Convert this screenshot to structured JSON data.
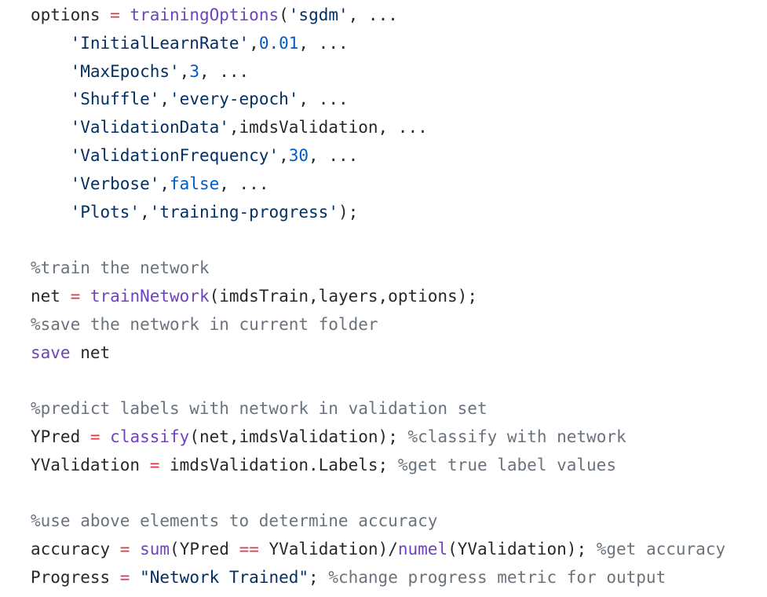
{
  "code": {
    "language": "matlab",
    "colors": {
      "plain": "#24292e",
      "keyword": "#6f42c1",
      "function": "#6f42c1",
      "operator": "#d73a49",
      "string": "#032f62",
      "number": "#005cc5",
      "literal": "#005cc5",
      "comment": "#6a737d",
      "background": "#ffffff"
    },
    "lines": [
      [
        [
          "plain",
          "options "
        ],
        [
          "op",
          "="
        ],
        [
          "plain",
          " "
        ],
        [
          "func",
          "trainingOptions"
        ],
        [
          "plain",
          "("
        ],
        [
          "string",
          "'sgdm'"
        ],
        [
          "plain",
          ", ..."
        ]
      ],
      [
        [
          "plain",
          "    "
        ],
        [
          "string",
          "'InitialLearnRate'"
        ],
        [
          "plain",
          ","
        ],
        [
          "number",
          "0.01"
        ],
        [
          "plain",
          ", ..."
        ]
      ],
      [
        [
          "plain",
          "    "
        ],
        [
          "string",
          "'MaxEpochs'"
        ],
        [
          "plain",
          ","
        ],
        [
          "number",
          "3"
        ],
        [
          "plain",
          ", ..."
        ]
      ],
      [
        [
          "plain",
          "    "
        ],
        [
          "string",
          "'Shuffle'"
        ],
        [
          "plain",
          ","
        ],
        [
          "string",
          "'every-epoch'"
        ],
        [
          "plain",
          ", ..."
        ]
      ],
      [
        [
          "plain",
          "    "
        ],
        [
          "string",
          "'ValidationData'"
        ],
        [
          "plain",
          ",imdsValidation, ..."
        ]
      ],
      [
        [
          "plain",
          "    "
        ],
        [
          "string",
          "'ValidationFrequency'"
        ],
        [
          "plain",
          ","
        ],
        [
          "number",
          "30"
        ],
        [
          "plain",
          ", ..."
        ]
      ],
      [
        [
          "plain",
          "    "
        ],
        [
          "string",
          "'Verbose'"
        ],
        [
          "plain",
          ","
        ],
        [
          "literal",
          "false"
        ],
        [
          "plain",
          ", ..."
        ]
      ],
      [
        [
          "plain",
          "    "
        ],
        [
          "string",
          "'Plots'"
        ],
        [
          "plain",
          ","
        ],
        [
          "string",
          "'training-progress'"
        ],
        [
          "plain",
          ");"
        ]
      ],
      [],
      [
        [
          "comment",
          "%train the network"
        ]
      ],
      [
        [
          "plain",
          "net "
        ],
        [
          "op",
          "="
        ],
        [
          "plain",
          " "
        ],
        [
          "func",
          "trainNetwork"
        ],
        [
          "plain",
          "(imdsTrain,layers,options);"
        ]
      ],
      [
        [
          "comment",
          "%save the network in current folder"
        ]
      ],
      [
        [
          "keyword",
          "save"
        ],
        [
          "plain",
          " net"
        ]
      ],
      [],
      [
        [
          "comment",
          "%predict labels with network in validation set"
        ]
      ],
      [
        [
          "plain",
          "YPred "
        ],
        [
          "op",
          "="
        ],
        [
          "plain",
          " "
        ],
        [
          "func",
          "classify"
        ],
        [
          "plain",
          "(net,imdsValidation); "
        ],
        [
          "comment",
          "%classify with network"
        ]
      ],
      [
        [
          "plain",
          "YValidation "
        ],
        [
          "op",
          "="
        ],
        [
          "plain",
          " imdsValidation.Labels; "
        ],
        [
          "comment",
          "%get true label values"
        ]
      ],
      [],
      [
        [
          "comment",
          "%use above elements to determine accuracy"
        ]
      ],
      [
        [
          "plain",
          "accuracy "
        ],
        [
          "op",
          "="
        ],
        [
          "plain",
          " "
        ],
        [
          "func",
          "sum"
        ],
        [
          "plain",
          "(YPred "
        ],
        [
          "op",
          "=="
        ],
        [
          "plain",
          " YValidation)/"
        ],
        [
          "func",
          "numel"
        ],
        [
          "plain",
          "(YValidation); "
        ],
        [
          "comment",
          "%get accuracy"
        ]
      ],
      [
        [
          "plain",
          "Progress "
        ],
        [
          "op",
          "="
        ],
        [
          "plain",
          " "
        ],
        [
          "string",
          "\"Network Trained\""
        ],
        [
          "plain",
          "; "
        ],
        [
          "comment",
          "%change progress metric for output"
        ]
      ]
    ]
  }
}
